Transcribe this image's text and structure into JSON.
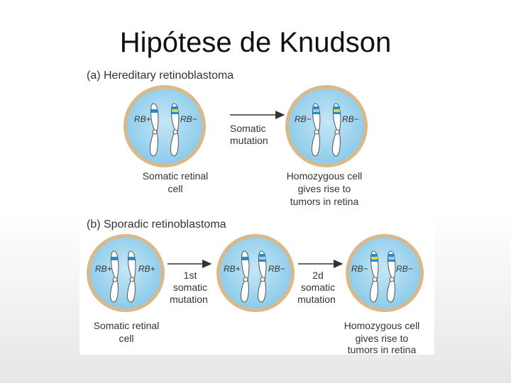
{
  "slide": {
    "title": "Hipótese de Knudson"
  },
  "panel_a": {
    "title": "(a)  Hereditary retinoblastoma",
    "cell1": {
      "gene_left": "RB+",
      "gene_right": "RB−"
    },
    "arrow": {
      "line1": "Somatic",
      "line2": "mutation"
    },
    "cell2": {
      "gene_left": "RB−",
      "gene_right": "RB−"
    },
    "caption_left": {
      "line1": "Somatic retinal",
      "line2": "cell"
    },
    "caption_right": {
      "line1": "Homozygous cell",
      "line2": "gives rise to",
      "line3": "tumors in retina"
    }
  },
  "panel_b": {
    "title": "(b)  Sporadic retinoblastoma",
    "cell1": {
      "gene_left": "RB+",
      "gene_right": "RB+"
    },
    "arrow1": {
      "line1": "1st",
      "line2": "somatic",
      "line3": "mutation"
    },
    "cell2": {
      "gene_left": "RB+",
      "gene_right": "RB−"
    },
    "arrow2": {
      "line1": "2d",
      "line2": "somatic",
      "line3": "mutation"
    },
    "cell3": {
      "gene_left": "RB−",
      "gene_right": "RB−"
    },
    "caption_left": {
      "line1": "Somatic retinal",
      "line2": "cell"
    },
    "caption_right": {
      "line1": "Homozygous cell",
      "line2": "gives rise to",
      "line3": "tumors in retina"
    }
  },
  "colors": {
    "cell_fill": "#9fd3ee",
    "cell_ring": "#d9b98a",
    "chromosome_band": "#1f8fd0",
    "mutation_band": "#e8d23a",
    "arrow": "#333333"
  }
}
